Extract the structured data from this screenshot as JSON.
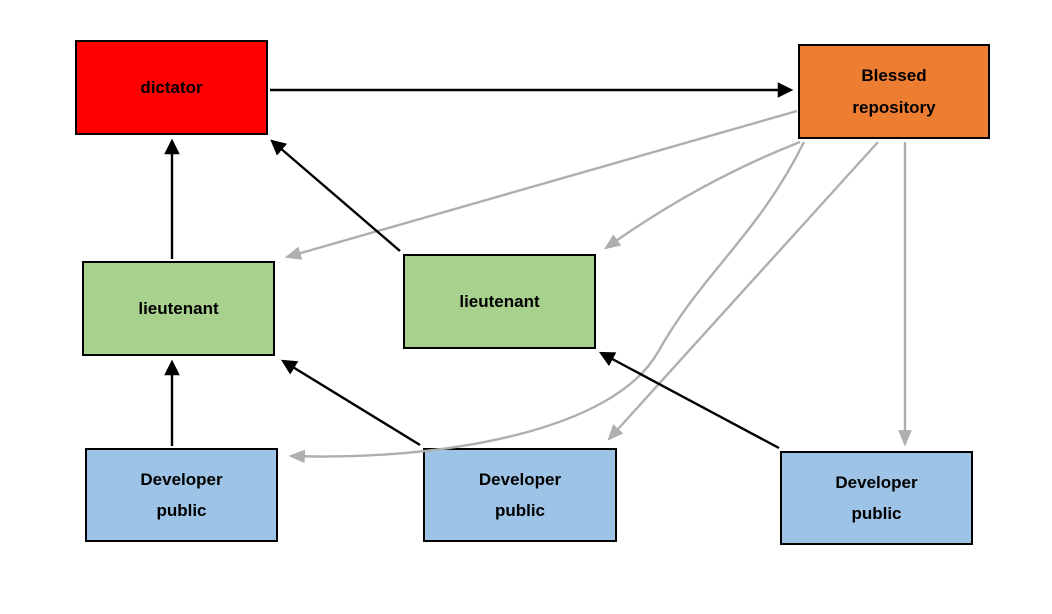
{
  "diagram": {
    "description": "Git dictator and lieutenants workflow diagram",
    "nodes": {
      "dictator": {
        "label": "dictator",
        "color": "#FF0000"
      },
      "blessed_repository": {
        "label": "Blessed\nrepository",
        "color": "#ED7D31"
      },
      "lieutenant_left": {
        "label": "lieutenant",
        "color": "#A9D18E"
      },
      "lieutenant_right": {
        "label": "lieutenant",
        "color": "#A9D18E"
      },
      "developer_left": {
        "label": "Developer\npublic",
        "color": "#9DC3E6"
      },
      "developer_middle": {
        "label": "Developer\npublic",
        "color": "#9DC3E6"
      },
      "developer_right": {
        "label": "Developer\npublic",
        "color": "#9DC3E6"
      }
    },
    "edges": {
      "black": [
        {
          "from": "dictator",
          "to": "blessed_repository"
        },
        {
          "from": "lieutenant_left",
          "to": "dictator"
        },
        {
          "from": "lieutenant_right",
          "to": "dictator"
        },
        {
          "from": "developer_left",
          "to": "lieutenant_left"
        },
        {
          "from": "developer_middle",
          "to": "lieutenant_left"
        },
        {
          "from": "developer_right",
          "to": "lieutenant_right"
        }
      ],
      "gray": [
        {
          "from": "blessed_repository",
          "to": "lieutenant_left"
        },
        {
          "from": "blessed_repository",
          "to": "lieutenant_right"
        },
        {
          "from": "blessed_repository",
          "to": "developer_left"
        },
        {
          "from": "blessed_repository",
          "to": "developer_middle"
        },
        {
          "from": "blessed_repository",
          "to": "developer_right"
        }
      ]
    },
    "colors": {
      "arrow_black": "#000000",
      "arrow_gray": "#AFAFAF",
      "node_border": "#000000",
      "background": "#FFFFFF"
    }
  }
}
